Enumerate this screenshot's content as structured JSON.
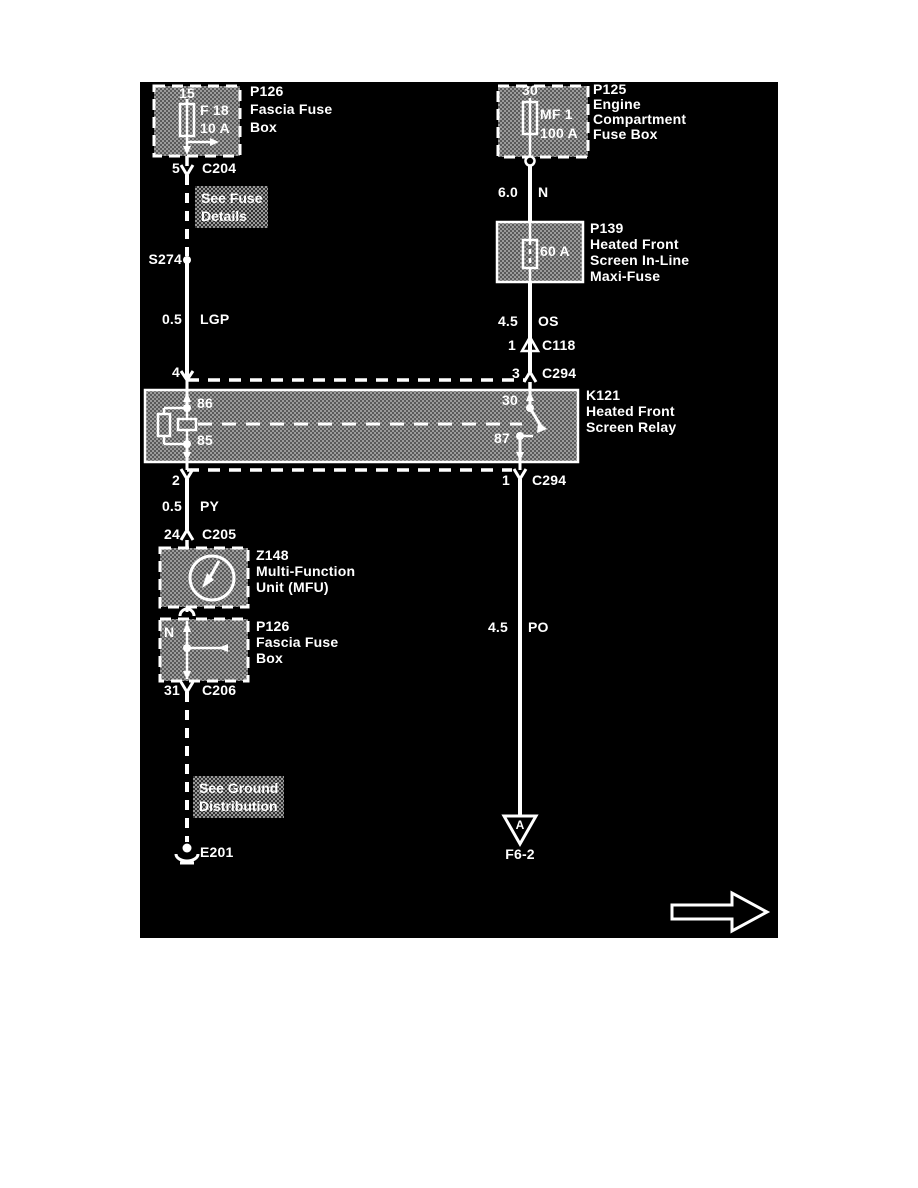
{
  "colors": {
    "page_background": "#ffffff",
    "diagram_background": "#000000",
    "line": "#ffffff",
    "shade": "#8c8c8c"
  },
  "components": {
    "fascia_fuse_box_top": {
      "id": "P126",
      "name_line1": "Fascia Fuse",
      "name_line2": "Box",
      "pin": "15",
      "fuse_name": "F 18",
      "fuse_rating": "10 A"
    },
    "engine_fuse_box": {
      "id": "P125",
      "name_line1": "Engine",
      "name_line2": "Compartment",
      "name_line3": "Fuse Box",
      "pin": "30",
      "fuse_name": "MF 1",
      "fuse_rating": "100 A"
    },
    "maxi_fuse": {
      "id": "P139",
      "name_line1": "Heated Front",
      "name_line2": "Screen In-Line",
      "name_line3": "Maxi-Fuse",
      "fuse_rating": "60 A"
    },
    "relay": {
      "id": "K121",
      "name_line1": "Heated Front",
      "name_line2": "Screen Relay",
      "pin_86": "86",
      "pin_85": "85",
      "pin_30": "30",
      "pin_87": "87"
    },
    "mfu": {
      "id": "Z148",
      "name_line1": "Multi-Function",
      "name_line2": "Unit (MFU)"
    },
    "fascia_fuse_box_bottom": {
      "id": "P126",
      "name_line1": "Fascia Fuse",
      "name_line2": "Box",
      "bus": "N"
    }
  },
  "connectors": {
    "c204": {
      "pin": "5",
      "id": "C204"
    },
    "c118": {
      "pin": "1",
      "id": "C118"
    },
    "c294_top": {
      "pin_left": "4",
      "pin_right": "3",
      "id": "C294"
    },
    "c294_bottom": {
      "pin_left": "2",
      "pin_right": "1",
      "id": "C294"
    },
    "c205": {
      "pin": "24",
      "id": "C205"
    },
    "c206": {
      "pin": "31",
      "id": "C206"
    }
  },
  "splices": {
    "s274": "S274"
  },
  "grounds": {
    "e201": "E201"
  },
  "wires": {
    "lgp": {
      "size": "0.5",
      "color_code": "LGP"
    },
    "n": {
      "size": "6.0",
      "color_code": "N"
    },
    "os": {
      "size": "4.5",
      "color_code": "OS"
    },
    "py": {
      "size": "0.5",
      "color_code": "PY"
    },
    "po": {
      "size": "4.5",
      "color_code": "PO"
    }
  },
  "notes": {
    "fuse_details": {
      "line1": "See Fuse",
      "line2": "Details"
    },
    "ground_distribution": {
      "line1": "See Ground",
      "line2": "Distribution"
    }
  },
  "destination": {
    "f6_2": {
      "letter": "A",
      "id": "F6-2"
    }
  }
}
